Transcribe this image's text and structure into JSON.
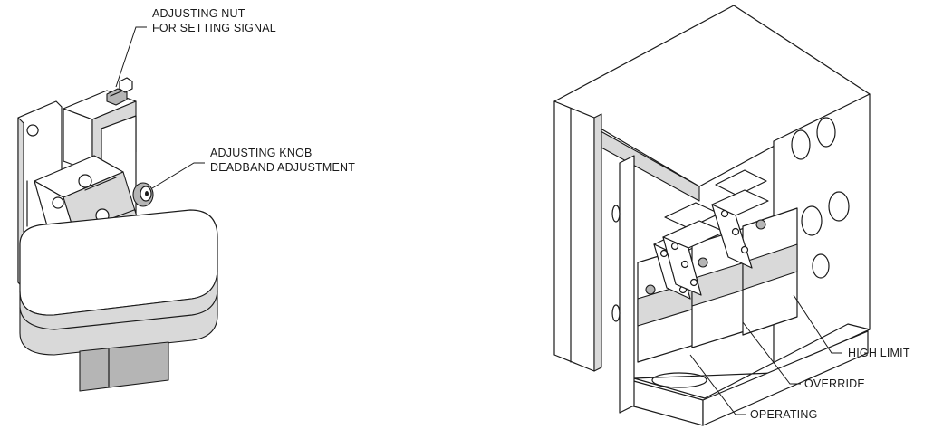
{
  "left_figure": {
    "label_nut_line1": "ADJUSTING NUT",
    "label_nut_line2": "FOR SETTING SIGNAL",
    "label_knob_line1": "ADJUSTING  KNOB",
    "label_knob_line2": "DEADBAND ADJUSTMENT"
  },
  "right_figure": {
    "label_high_limit": "HIGH LIMIT",
    "label_override": "OVERRIDE",
    "label_operating": "OPERATING"
  }
}
